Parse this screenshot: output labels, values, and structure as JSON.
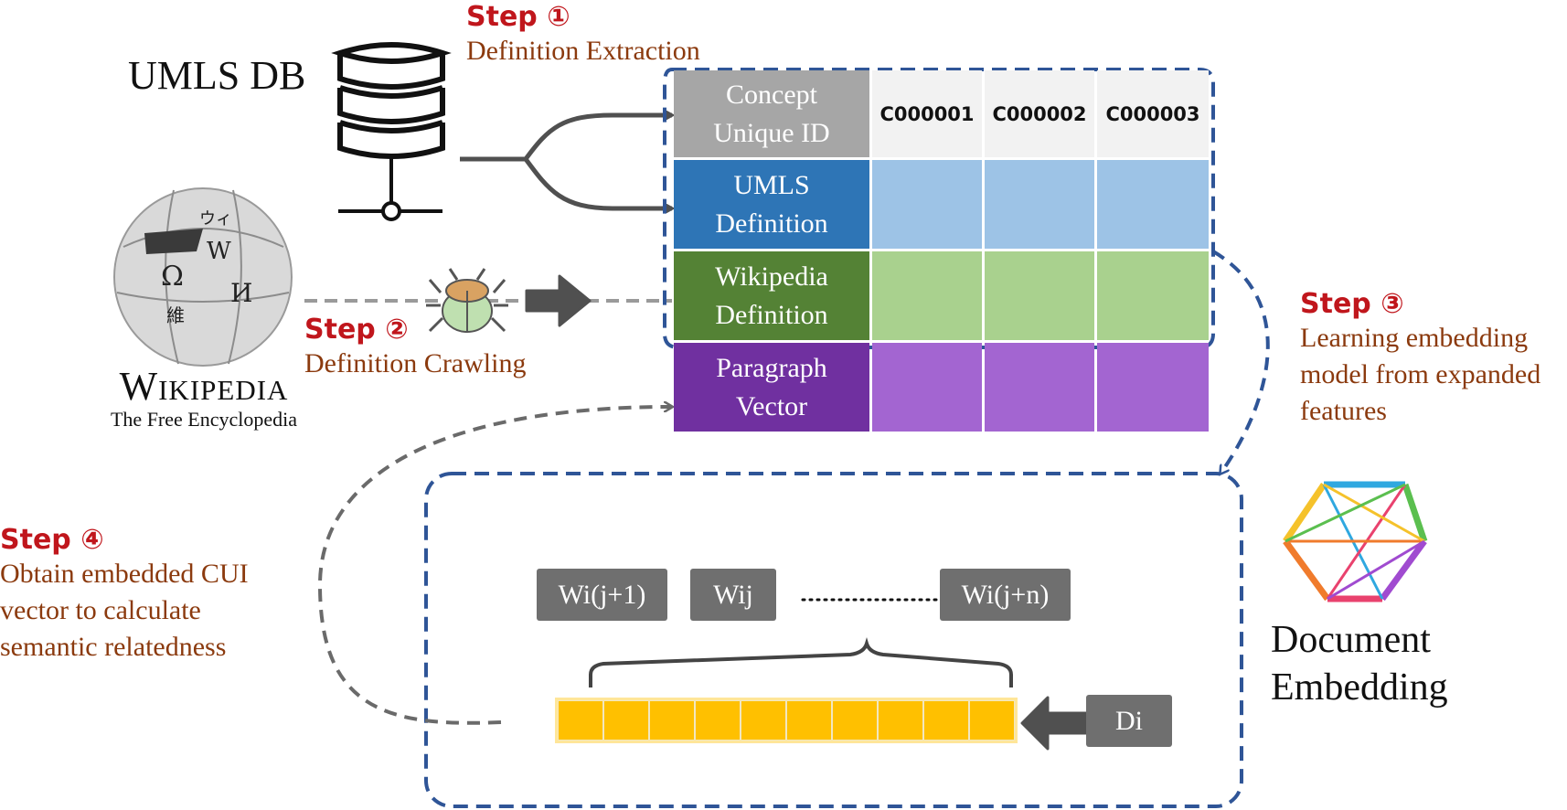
{
  "steps": [
    {
      "label": "Step ①",
      "text": [
        "Definition Extraction"
      ]
    },
    {
      "label": "Step ②",
      "text": [
        "Definition Crawling"
      ]
    },
    {
      "label": "Step ③",
      "text": [
        "Learning embedding",
        "model from expanded",
        "features"
      ]
    },
    {
      "label": "Step ④",
      "text": [
        "Obtain embedded CUI",
        "vector to calculate",
        "semantic relatedness"
      ]
    }
  ],
  "umls_db_label": "UMLS DB",
  "wikipedia": {
    "wordmark": "Wikipedia",
    "tagline": "The Free Encyclopedia"
  },
  "table": {
    "column_headers": [
      "C000001",
      "C000002",
      "C000003"
    ],
    "rows": [
      {
        "label": [
          "Concept",
          "Unique ID"
        ],
        "color": "#a6a6a6",
        "cell_color": "#f2f2f2"
      },
      {
        "label": [
          "UMLS",
          "Definition"
        ],
        "color": "#2e75b6",
        "cell_color": "#9dc3e6"
      },
      {
        "label": [
          "Wikipedia",
          "Definition"
        ],
        "color": "#548235",
        "cell_color": "#a9d18e"
      },
      {
        "label": [
          "Paragraph",
          "Vector"
        ],
        "color": "#7030a0",
        "cell_color": "#a365d1"
      }
    ]
  },
  "words": [
    "Wi(j+1)",
    "Wij",
    "Wi(j+n)",
    "Di"
  ],
  "ellipsis": ".............",
  "document_embedding": [
    "Document",
    "Embedding"
  ],
  "colors": {
    "dashed_blue": "#2f5597",
    "gray_box": "#6f6f6f",
    "vector_yellow": "#ffc000",
    "step_red": "#c0161c",
    "step_text": "#8b3a0e"
  }
}
